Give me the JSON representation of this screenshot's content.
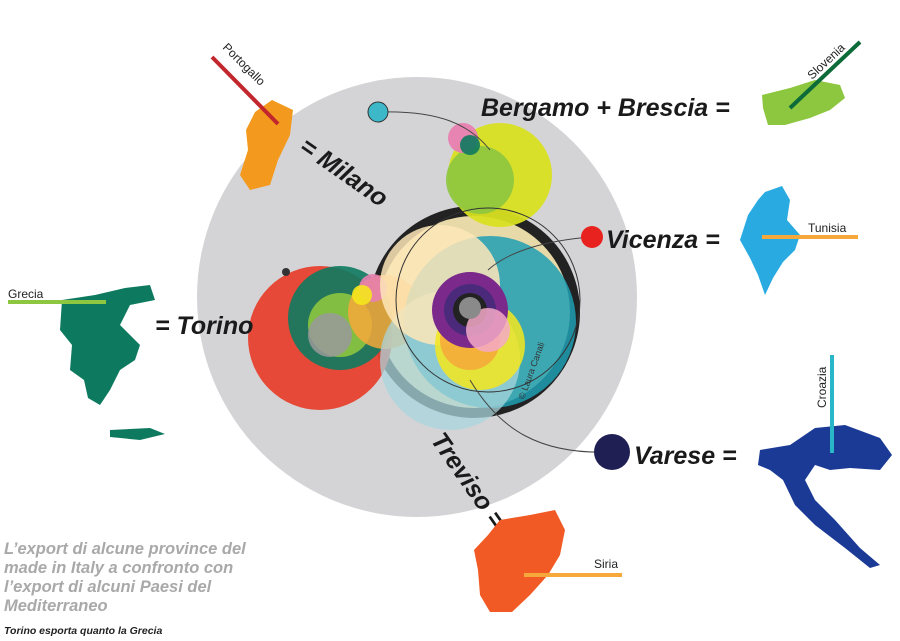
{
  "labels": {
    "milano": "= Milano",
    "bergamo_brescia": "Bergamo + Brescia =",
    "vicenza": "Vicenza =",
    "torino": "= Torino",
    "treviso": "Treviso =",
    "varese": "Varese ="
  },
  "countries": {
    "portogallo": "Portogallo",
    "slovenia": "Slovenia",
    "tunisia": "Tunisia",
    "grecia": "Grecia",
    "croazia": "Croazia",
    "siria": "Siria"
  },
  "colors": {
    "portogallo": "#f39a1e",
    "slovenia": "#8dc63f",
    "tunisia": "#29abe2",
    "grecia": "#0d7a5f",
    "croazia": "#1b3a96",
    "siria": "#f15a24"
  },
  "credit": "© Laura Canali",
  "caption": "L’export di alcune province del made in Italy a confronto con l’export di alcuni Paesi del Mediterraneo",
  "subcaption": "Torino esporta quanto la Grecia"
}
